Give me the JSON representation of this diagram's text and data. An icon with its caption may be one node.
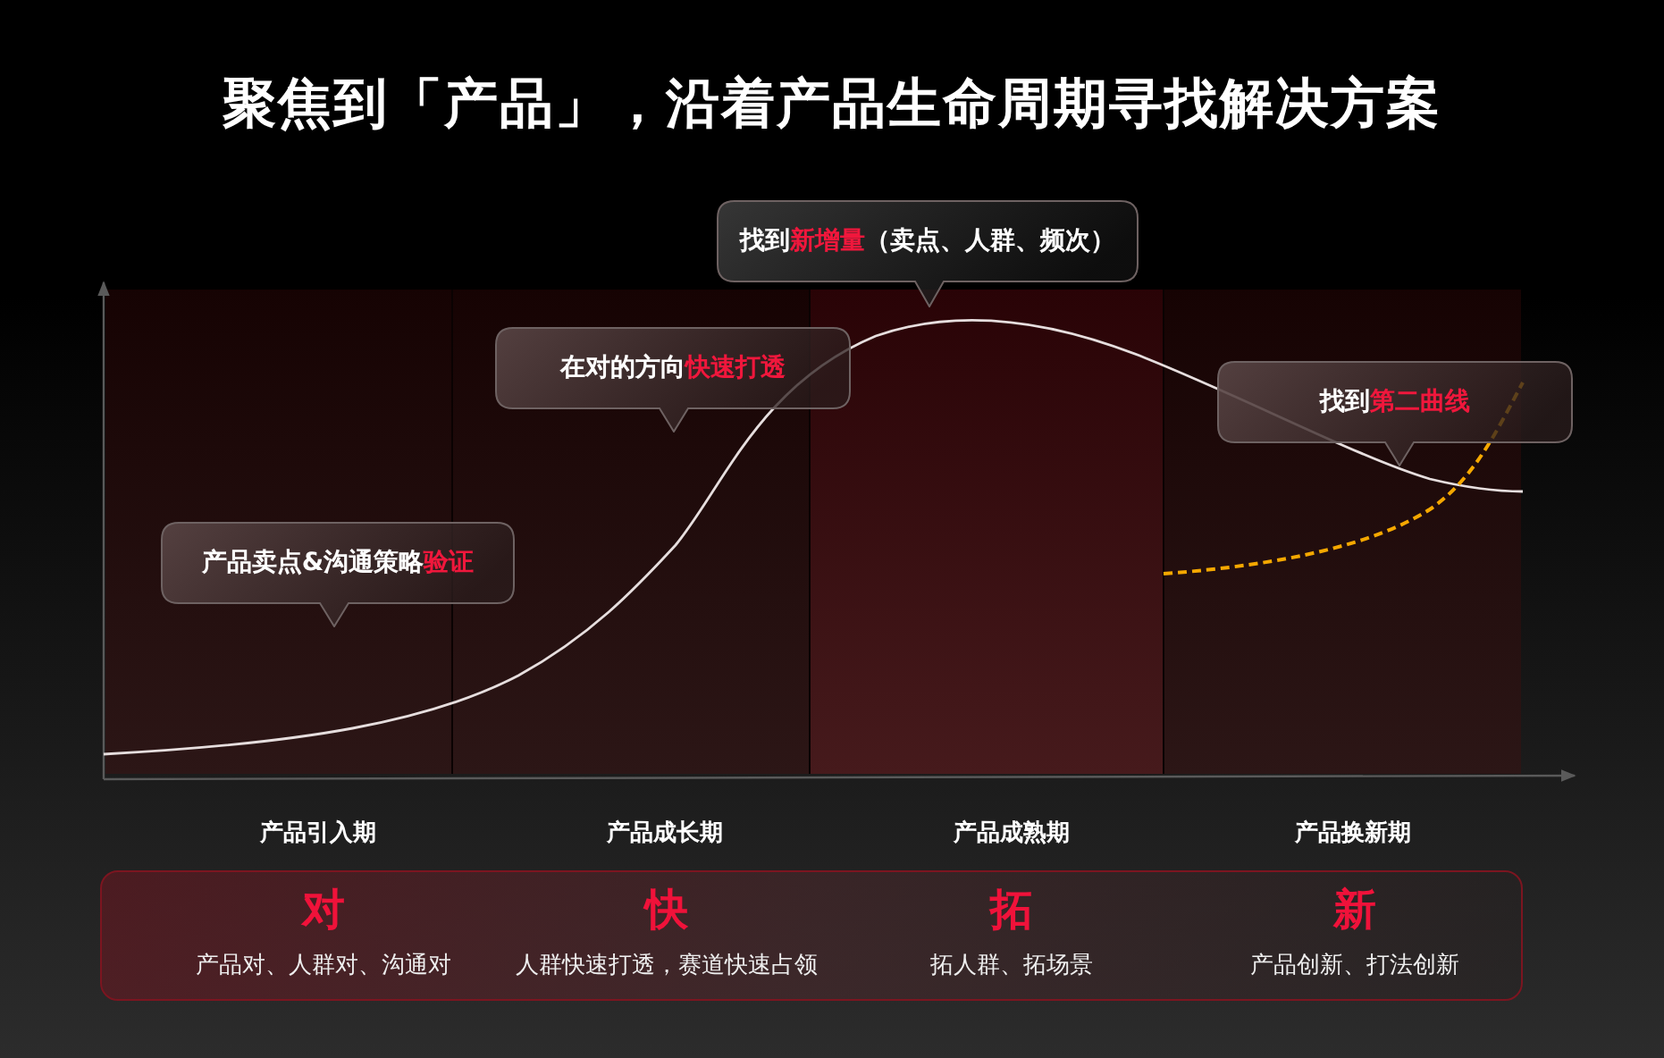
{
  "diagram": {
    "title": "聚焦到「产品」，沿着产品生命周期寻找解决方案",
    "nodes": [
      {
        "text": [
          "产品卖点&沟通策略**验证**"
        ]
      },
      {
        "text": [
          "在对的方向**快速打透**"
        ]
      },
      {
        "text": [
          "找到**新增量**（卖点、人群、频次）"
        ]
      },
      {
        "text": [
          "找到**第二曲线**"
        ]
      },
      {
        "text": [
          "对",
          "产品对、人群对、沟通对",
          "快",
          "人群快速打透，赛道快速占领",
          "拓",
          "拓人群、拓场景",
          "新",
          "产品创新、打法创新"
        ]
      }
    ],
    "labels": [
      "产品引入期",
      "产品成长期",
      "产品成熟期",
      "产品换新期"
    ]
  }
}
